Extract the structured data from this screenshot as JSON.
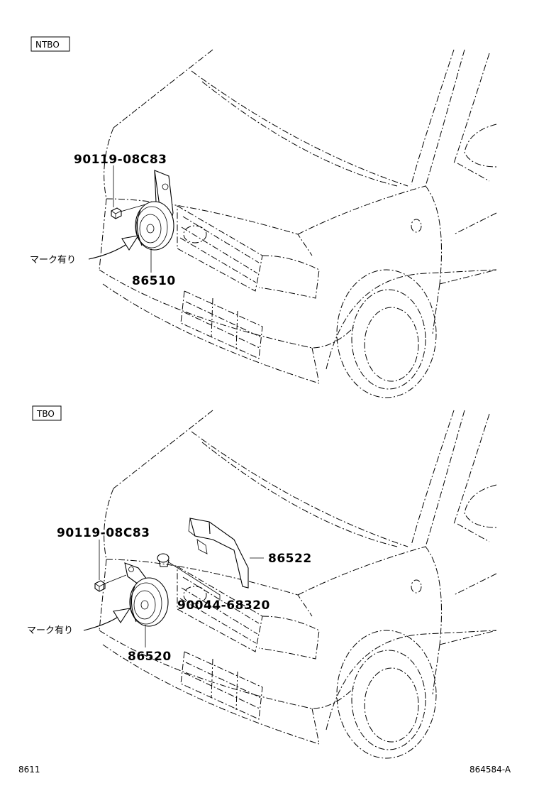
{
  "sections": [
    {
      "tag": "NTBO",
      "labels": {
        "bolt": "90119-08C83",
        "mark": "マーク有り",
        "horn": "86510"
      }
    },
    {
      "tag": "TBO",
      "labels": {
        "bolt": "90119-08C83",
        "bracket": "86522",
        "clip": "90044-68320",
        "mark": "マーク有り",
        "horn": "86520"
      }
    }
  ],
  "footer": {
    "left": "8611",
    "right": "864584-A"
  }
}
